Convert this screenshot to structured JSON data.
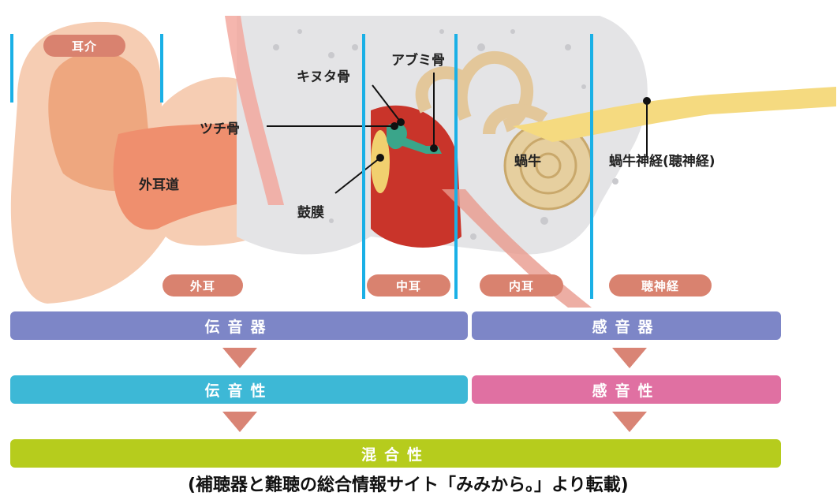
{
  "labels": {
    "auricle": "耳介",
    "ear_canal": "外耳道",
    "malleus": "ツチ骨",
    "incus": "キヌタ骨",
    "stapes": "アブミ骨",
    "eardrum": "鼓膜",
    "cochlea": "蝸牛",
    "cochlear_nerve": "蝸牛神経(聴神経)"
  },
  "sections": {
    "outer": "外耳",
    "middle": "中耳",
    "inner": "内耳",
    "nerve": "聴神経"
  },
  "bars": {
    "conductive_organ": "伝音器",
    "sensory_organ": "感音器",
    "conductive": "伝音性",
    "sensorineural": "感音性",
    "mixed": "混合性"
  },
  "caption": "(補聴器と難聴の総合情報サイト「みみから。」より転載)",
  "colors": {
    "divider": "#1ab0e6",
    "pill": "#d9826f",
    "organ_bar": "#7d86c7",
    "conductive_bar": "#3db8d6",
    "sensorineural_bar": "#e070a2",
    "mixed_bar": "#b6cc1d",
    "arrow": "#d98475"
  }
}
